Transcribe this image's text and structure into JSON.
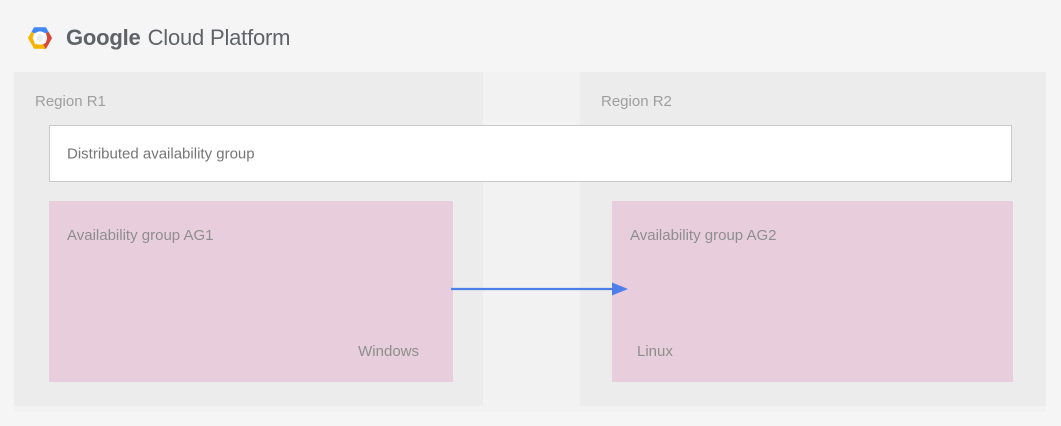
{
  "header": {
    "logo_icon": "google-cloud-platform-hexagon-logo",
    "brand_primary": "Google",
    "brand_secondary": "Cloud Platform",
    "logo_colors": {
      "blue": "#4285F4",
      "red": "#DB4437",
      "yellow": "#F4B400",
      "green": "#0F9D58",
      "wordmark_gray": "#5f6368"
    }
  },
  "diagram": {
    "background": "#f2f2f2",
    "regions": [
      {
        "id": "r1",
        "title": "Region R1",
        "background": "#ececec"
      },
      {
        "id": "r2",
        "title": "Region R2",
        "background": "#ececec"
      }
    ],
    "distributed_group": {
      "label": "Distributed availability group",
      "background": "#ffffff",
      "border_color": "#c9c9c9"
    },
    "availability_groups": [
      {
        "id": "ag1",
        "title": "Availability group AG1",
        "os_label": "Windows",
        "background": "#e8cddc",
        "region": "r1"
      },
      {
        "id": "ag2",
        "title": "Availability group AG2",
        "os_label": "Linux",
        "background": "#e8cddc",
        "region": "r2"
      }
    ],
    "connector": {
      "name": "replication-arrow",
      "from": "ag1",
      "to": "ag2",
      "direction": "right",
      "color": "#4e7fe8"
    }
  }
}
